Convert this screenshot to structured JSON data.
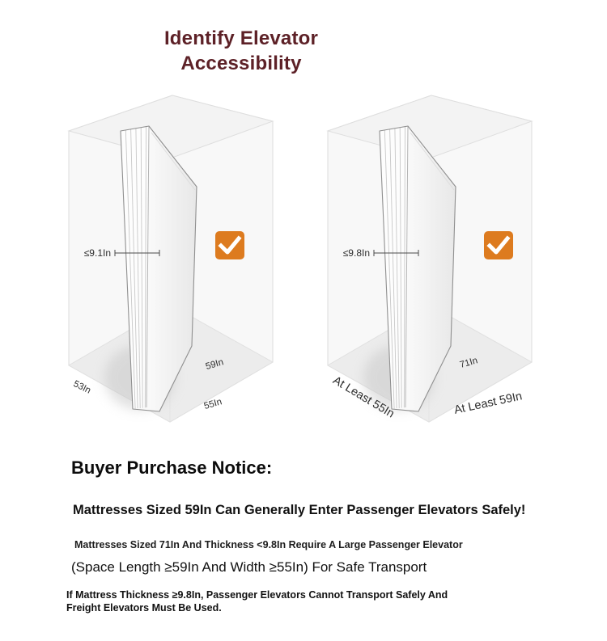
{
  "title": {
    "line1": "Identify Elevator",
    "line2": "Accessibility"
  },
  "colors": {
    "title_maroon": "#5d2127",
    "accent_orange": "#dd7b1f",
    "room_wall": "#f8f8f8",
    "room_floor": "#ececec",
    "checkmark_white": "#ffffff"
  },
  "elevators": {
    "left": {
      "thickness_label": "≤9.1In",
      "floor_right_label": "59In",
      "floor_left_label": "53In",
      "floor_front_label": "55In"
    },
    "right": {
      "thickness_label": "≤9.8In",
      "floor_right_label": "71In",
      "floor_left_label": "At Least 55In",
      "floor_front_label": "At Least 59In"
    }
  },
  "notice": {
    "heading": "Buyer Purchase Notice:",
    "highlight": "Mattresses Sized 59In Can Generally Enter Passenger Elevators Safely!",
    "detail1": "Mattresses Sized 71In And Thickness <9.8In Require A Large Passenger Elevator",
    "detail2": "(Space Length ≥59In And Width ≥55In) For Safe Transport",
    "warning": "If Mattress Thickness ≥9.8In, Passenger Elevators Cannot Transport Safely And Freight Elevators Must Be Used."
  }
}
